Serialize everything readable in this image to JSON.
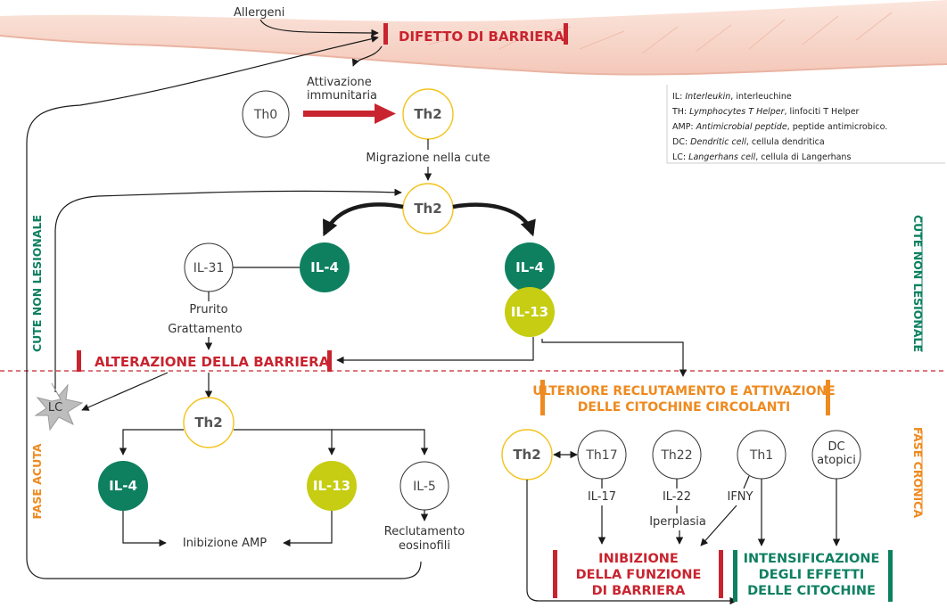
{
  "colors": {
    "red": "#c8242f",
    "green": "#0e8060",
    "lime": "#c6cd12",
    "yellow_border": "#f3c21a",
    "orange": "#ee8a1f",
    "skin": "#f7d7cc"
  },
  "top": {
    "allergeni": "Allergeni",
    "difetto": "DIFETTO DI BARRIERA",
    "attivazione_1": "Attivazione",
    "attivazione_2": "immunitaria",
    "migrazione": "Migrazione nella cute"
  },
  "nodes": {
    "th0": "Th0",
    "th2_top": "Th2",
    "th2_mid": "Th2",
    "il4_left": "IL-4",
    "il31": "IL-31",
    "il4_right": "IL-4",
    "il13_right": "IL-13",
    "th2_lower": "Th2",
    "il4_bottom": "IL-4",
    "il13_bottom": "IL-13",
    "il5": "IL-5",
    "lc": "LC",
    "th2_chronic": "Th2",
    "th17": "Th17",
    "th22": "Th22",
    "th1": "Th1",
    "dc_1": "DC",
    "dc_2": "atopici"
  },
  "labels": {
    "prurito": "Prurito",
    "grattamento": "Grattamento",
    "alterazione": "ALTERAZIONE DELLA BARRIERA",
    "inibizione_amp": "Inibizione AMP",
    "reclutamento_1": "Reclutamento",
    "reclutamento_2": "eosinofili",
    "ulteriore_1": "ULTERIORE RECLUTAMENTO E ATTIVAZIONE",
    "ulteriore_2": "DELLE CITOCHINE CIRCOLANTI",
    "il17": "IL-17",
    "il22": "IL-22",
    "iperplasia": "Iperplasia",
    "ifny": "IFNY",
    "inibizione_1": "INIBIZIONE",
    "inibizione_2": "DELLA FUNZIONE",
    "inibizione_3": "DI BARRIERA",
    "intens_1": "INTENSIFICAZIONE",
    "intens_2": "DEGLI EFFETTI",
    "intens_3": "DELLE CITOCHINE"
  },
  "side": {
    "cute_left": "CUTE NON LESIONALE",
    "fase_acuta": "FASE ACUTA",
    "cute_right": "CUTE NON LESIONALE",
    "fase_cronica": "FASE CRONICA"
  },
  "legend": [
    {
      "abbr": "IL",
      "term": "Interleukin",
      "desc": ", interleuchine"
    },
    {
      "abbr": "TH",
      "term": "Lymphocytes T Helper",
      "desc": ", linfociti T Helper"
    },
    {
      "abbr": "AMP",
      "term": "Antimicrobial peptide",
      "desc": ", peptide antimicrobico."
    },
    {
      "abbr": "DC",
      "term": "Dendritic cell",
      "desc": ", cellula dendritica"
    },
    {
      "abbr": "LC",
      "term": "Langerhans cell",
      "desc": ", cellula di Langerhans"
    }
  ]
}
